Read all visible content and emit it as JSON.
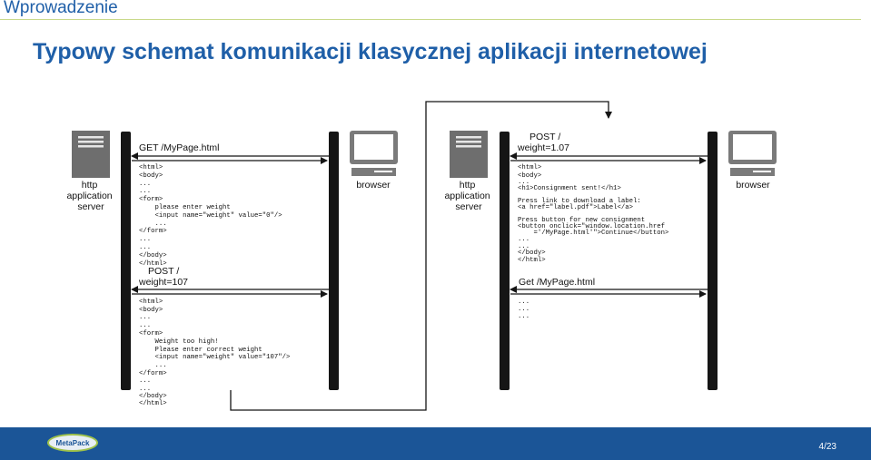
{
  "header": {
    "section": "Wprowadzenie"
  },
  "slide": {
    "title": "Typowy schemat komunikacji klasycznej aplikacji internetowej"
  },
  "left": {
    "server_label": [
      "http",
      "application",
      "server"
    ],
    "browser_label": "browser",
    "msg1": [
      "GET /MyPage.html"
    ],
    "code1": [
      "<html>",
      "<body>",
      "...",
      "...",
      "<form>",
      "    please enter weight",
      "    <input name=\"weight\" value=\"0\"/>",
      "    ...",
      "</form>",
      "...",
      "...",
      "</body>",
      "</html>"
    ],
    "msg2": [
      "POST /",
      "weight=107"
    ],
    "code2": [
      "<html>",
      "<body>",
      "...",
      "...",
      "<form>",
      "    Weight too high!",
      "    Please enter correct weight",
      "    <input name=\"weight\" value=\"107\"/>",
      "    ...",
      "</form>",
      "...",
      "...",
      "</body>",
      "</html>"
    ]
  },
  "right": {
    "server_label": [
      "http",
      "application",
      "server"
    ],
    "browser_label": "browser",
    "msg1": [
      "POST /",
      "weight=1.07"
    ],
    "code1": [
      "<html>",
      "<body>",
      "...",
      "<h1>Consignment sent!</h1>",
      "",
      "Press link to download a label:",
      "<a href=\"label.pdf\">Label</a>",
      "",
      "Press button for new consignment",
      "<button onclick=\"window.location.href",
      "    ='/MyPage.html'\">Continue</button>",
      "...",
      "...",
      "</body>",
      "</html>"
    ],
    "msg2": [
      "Get /MyPage.html"
    ],
    "code2": [
      "...",
      "...",
      "..."
    ]
  },
  "footer": {
    "logo_text": "MetaPack",
    "page": "4/23"
  },
  "colors": {
    "title": "#1f5fa8",
    "footer": "#1b5597",
    "rule": "#c9d98a",
    "icon": "#6e6e6e",
    "lifeline": "#151515"
  }
}
